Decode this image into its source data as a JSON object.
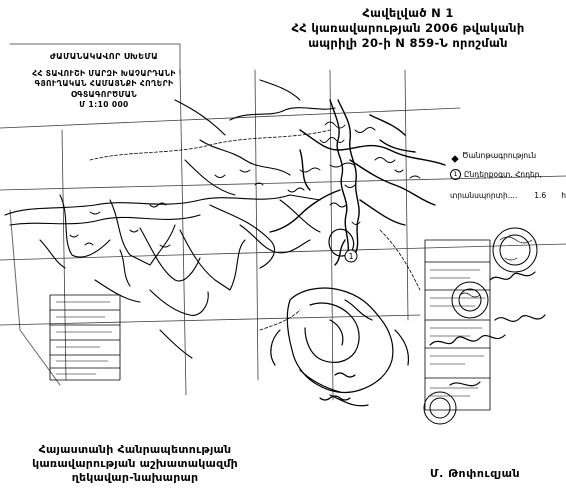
{
  "header": {
    "line1": "Հավելված N 1",
    "line2": "ՀՀ կառավարության 2006 թվականի",
    "line3": "ապրիլի 20-ի N 859-Ն որոշման"
  },
  "title_block": {
    "line1": "ԺԱՄԱՆԱԿԱՎՈՐ ՍԽԵՄԱ",
    "line2": "ՀՀ ՏԱՎՈՒՇԻ ՄԱՐԶԻ ԽԱՉԱՐԴԱՆԻ",
    "line3": "ԳՅՈՒՂԱԿԱՆ ՀԱՄԱՅՆՔԻ ՀՈՂԵՐԻ",
    "line4": "ՕԳՏԱԳՈՐԾՄԱՆ",
    "scale": "Մ 1:10 000"
  },
  "legend": {
    "marker_label": "Ծանոթագրություն",
    "item_number": "1",
    "item_text": "Ընդերքօգտ. Հողեր,",
    "item_text2": "տրանսպորտի....",
    "item_value": "1.6",
    "item_unit": "հա"
  },
  "footer": {
    "left_line1": "Հայաստանի Հանրապետության",
    "left_line2": "կառավարության աշխատակազմի",
    "left_line3": "ղեկավար-նախարար",
    "right_signature": "Մ. Թոփուզյան"
  },
  "map_marker": {
    "label": "1"
  }
}
